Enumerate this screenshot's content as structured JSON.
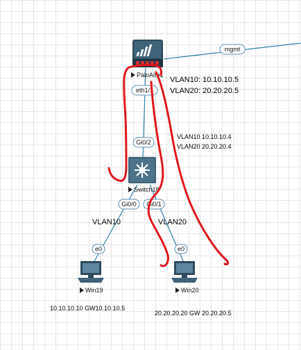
{
  "nodes": {
    "firewall": {
      "label": "PaloAlto1"
    },
    "switch": {
      "label": "Switch18"
    },
    "pc_left": {
      "label": "Win19"
    },
    "pc_right": {
      "label": "Win20"
    }
  },
  "ports": {
    "mgmt": "mgmt",
    "fw_eth": "eth1/1",
    "sw_up": "Gi0/2",
    "sw_left": "Gi0/0",
    "sw_right": "Gi0/1",
    "pc_left_e0": "e0",
    "pc_right_e0": "e0"
  },
  "annotations": {
    "fw_vlan10": "VLAN10: 10.10.10.5",
    "fw_vlan20": "VLAN20: 20.20.20.5",
    "sw_vlan10": "VLAN10 10.10.10.4",
    "sw_vlan20": "VLAN20 20.20.20.4",
    "vlan10_link": "VLAN10",
    "vlan20_link": "VLAN20",
    "pc_left_ip": "10.10.10.10 GW10.10.10.5",
    "pc_right_ip": "20.20.20.20 GW 20.20.20.5"
  },
  "colors": {
    "link": "#2f7fa6",
    "port_border": "#5a8fb0",
    "device_dark": "#2e4a5c",
    "device_mid": "#3f6378",
    "firewall_accent": "#d03030",
    "drawing": "#e0161c"
  }
}
